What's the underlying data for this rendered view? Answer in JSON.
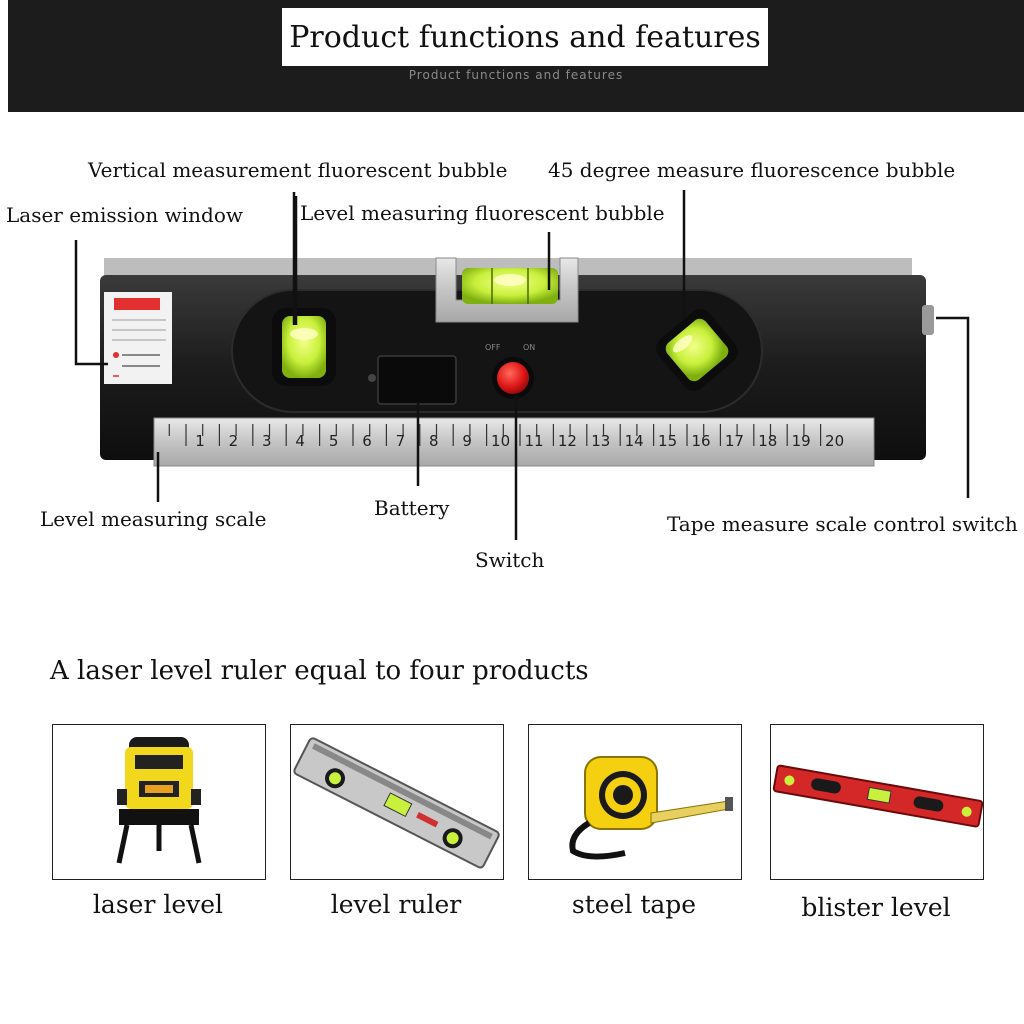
{
  "header": {
    "title": "Product functions and features",
    "subtitle": "Product functions and features"
  },
  "callouts": {
    "vertical_bubble": "Vertical measurement fluorescent bubble",
    "degree45_bubble": "45 degree measure fluorescence bubble",
    "laser_window": "Laser emission window",
    "level_bubble": "Level measuring fluorescent bubble",
    "level_scale": "Level measuring scale",
    "battery": "Battery",
    "switch": "Switch",
    "tape_switch": "Tape measure scale control switch"
  },
  "ruler_ticks": [
    "1",
    "2",
    "3",
    "4",
    "5",
    "6",
    "7",
    "8",
    "9",
    "10",
    "11",
    "12",
    "13",
    "14",
    "15",
    "16",
    "17",
    "18",
    "19",
    "20"
  ],
  "section": {
    "title": "A laser level ruler equal to four products"
  },
  "products": [
    {
      "label": "laser level"
    },
    {
      "label": "level ruler"
    },
    {
      "label": "steel tape"
    },
    {
      "label": "blister level"
    }
  ],
  "colors": {
    "header_bg": "#1c1c1c",
    "bubble_green": "#c8f03c",
    "switch_red": "#e01818",
    "device_body": "#1e1e1e"
  }
}
